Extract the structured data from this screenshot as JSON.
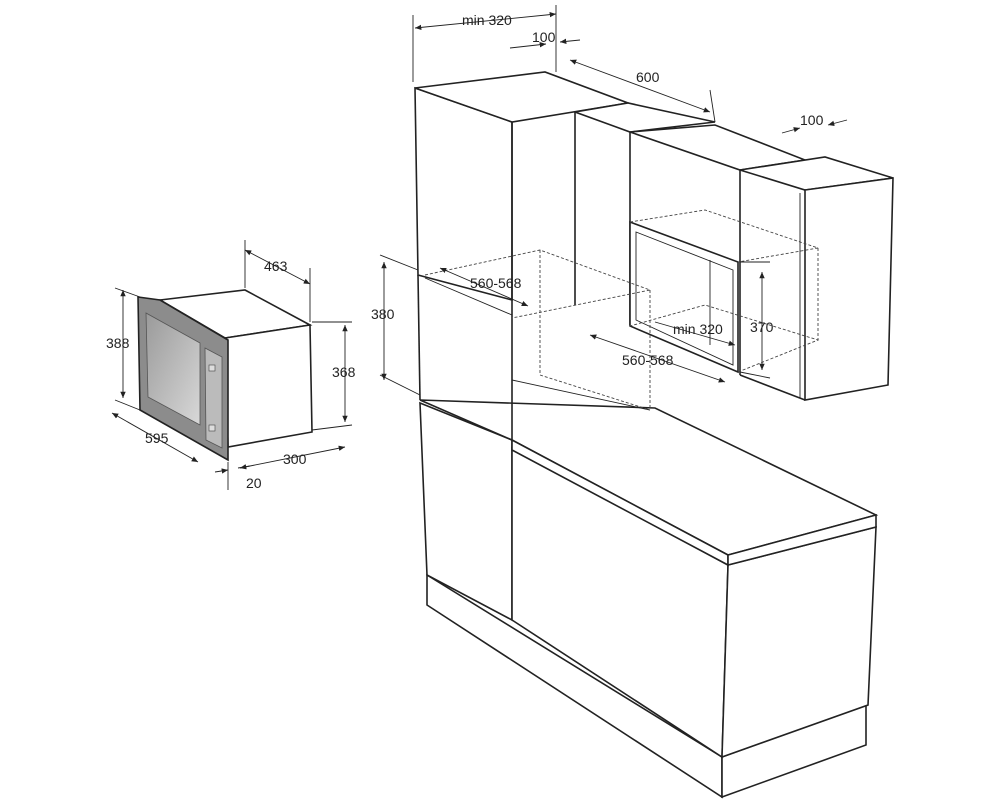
{
  "title": "Built-in microwave installation diagram",
  "appliance_dimensions": {
    "depth": "463",
    "height_total": "388",
    "height_body": "368",
    "width": "595",
    "body_depth": "300",
    "front_thickness": "20"
  },
  "installation_dimensions": {
    "min_top_clearance": "min 320",
    "top_offset": "100",
    "cabinet_depth": "600",
    "side_offset": "100",
    "niche_height_left": "380",
    "niche_width_left": "560-568",
    "niche_min_depth_right": "min 320",
    "niche_height_right": "370",
    "niche_width_right": "560-568"
  }
}
